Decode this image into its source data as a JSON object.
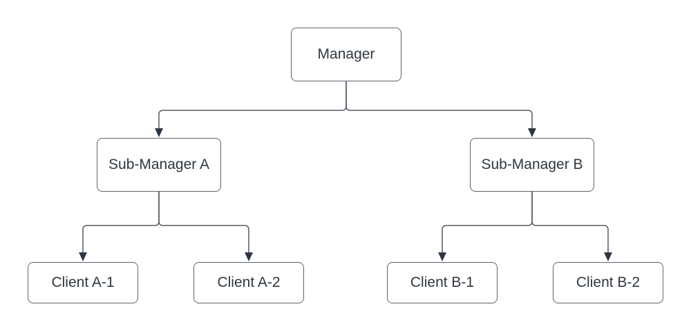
{
  "diagram": {
    "type": "org-chart",
    "nodes": [
      {
        "id": "manager",
        "label": "Manager"
      },
      {
        "id": "sub-manager-a",
        "label": "Sub-Manager A"
      },
      {
        "id": "sub-manager-b",
        "label": "Sub-Manager B"
      },
      {
        "id": "client-a1",
        "label": "Client A-1"
      },
      {
        "id": "client-a2",
        "label": "Client A-2"
      },
      {
        "id": "client-b1",
        "label": "Client B-1"
      },
      {
        "id": "client-b2",
        "label": "Client B-2"
      }
    ],
    "edges": [
      {
        "from": "Manager",
        "to": "Sub-Manager A"
      },
      {
        "from": "Manager",
        "to": "Sub-Manager B"
      },
      {
        "from": "Sub-Manager A",
        "to": "Client A-1"
      },
      {
        "from": "Sub-Manager A",
        "to": "Client A-2"
      },
      {
        "from": "Sub-Manager B",
        "to": "Client B-1"
      },
      {
        "from": "Sub-Manager B",
        "to": "Client B-2"
      }
    ],
    "colors": {
      "canvas_bg": "#ffffff",
      "node_fill": "#ffffff",
      "node_border": "#5b626c",
      "connector": "#535a64",
      "arrowhead": "#2e3744",
      "text": "#2f3640"
    }
  }
}
